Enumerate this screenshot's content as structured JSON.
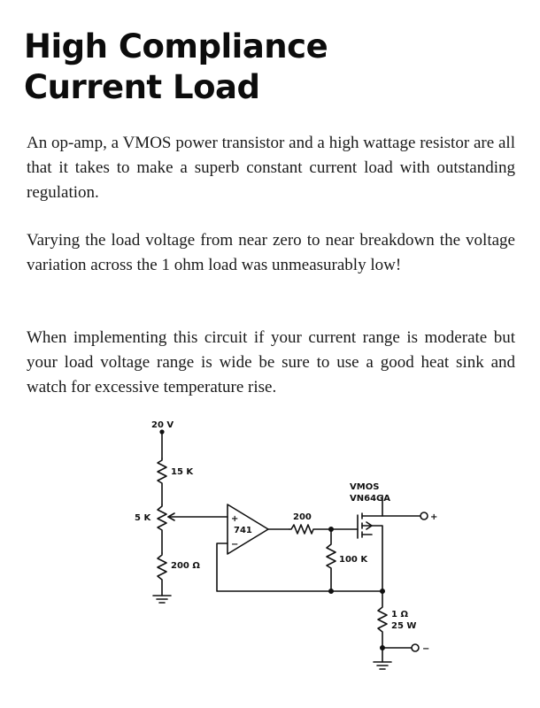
{
  "title": {
    "line1": "High Compliance",
    "line2": "Current Load"
  },
  "paragraphs": [
    "An op-amp, a VMOS power transistor and a high wattage resistor are all that it takes to make a superb constant current load with outstanding regulation.",
    "Varying the load voltage from near zero to near breakdown the voltage variation across the 1 ohm load was unmeasurably low!",
    "When implementing this circuit if your current range is moderate but your load voltage range is wide be sure to use a good heat sink and watch for excessive temperature rise."
  ],
  "schematic": {
    "supply": "20 V",
    "r_top": "15 K",
    "pot": "5 K",
    "r_bottom": "200 Ω",
    "opamp": "741",
    "plus": "+",
    "minus": "−",
    "r_gate": "200",
    "r_pulldown": "100 K",
    "fet_type": "VMOS",
    "fet_part": "VN64GA",
    "r_sense": "1 Ω",
    "r_sense_power": "25 W",
    "out_plus": "+",
    "out_minus": "−"
  }
}
